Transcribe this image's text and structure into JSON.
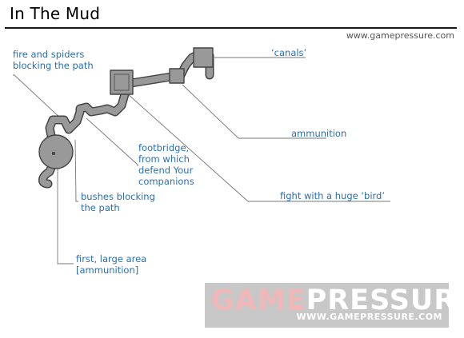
{
  "header": {
    "title": "In The Mud",
    "site": "www.gamepressure.com"
  },
  "labels": {
    "fire_spiders": "fire and spiders\nblocking the path",
    "canals": "‘canals’",
    "ammunition": "ammunition",
    "footbridge": "footbridge,\nfrom which\ndefend Your\ncompanions",
    "bushes": "bushes blocking\nthe path",
    "huge_bird": "fight with a huge ‘bird’",
    "first_area": "first, large area\n[ammunition]"
  },
  "logo": {
    "part1": "GAME",
    "part2": "PRESSURE",
    "sub": "WWW.GAMEPRESSURE.COM"
  },
  "colors": {
    "label": "#2a6fb0",
    "map_fill": "#999999",
    "map_stroke": "#444444",
    "leader": "#777777"
  }
}
